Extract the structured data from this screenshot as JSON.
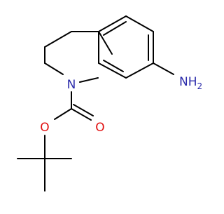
{
  "colors": {
    "background": "#ffffff",
    "bond": "#000000",
    "nitrogen": "#2a2aaa",
    "oxygen": "#e11010"
  },
  "molecule": {
    "atom_labels": {
      "ring_nitrogen": "N",
      "amine_n": "NH",
      "amine_subscript": "2",
      "ester_oxygen": "O",
      "carbonyl_oxygen": "O"
    }
  }
}
